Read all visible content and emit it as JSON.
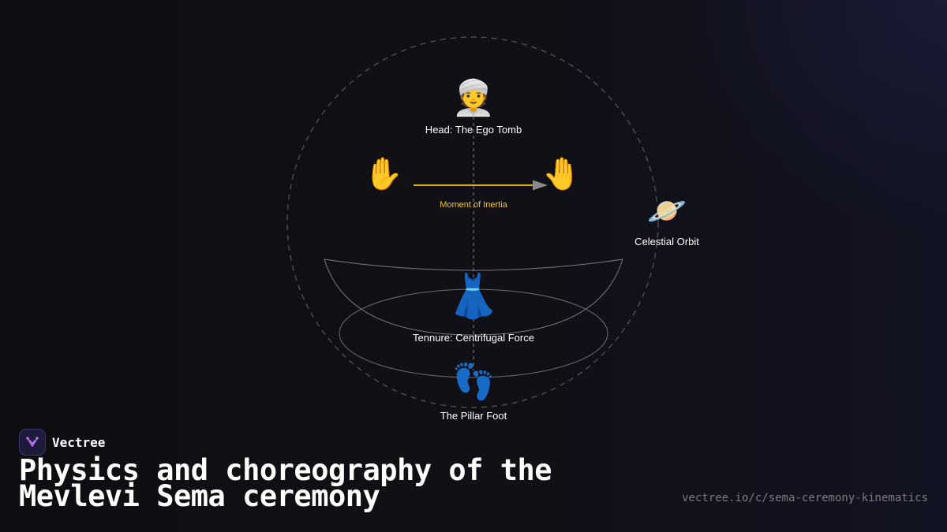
{
  "brand": {
    "name": "Vectree",
    "logo_icon": "vectree-branch-logo-icon",
    "accent": "#a45cf0"
  },
  "title": {
    "line1": "Physics and choreography of the",
    "line2": "Mevlevi Sema ceremony"
  },
  "url": "vectree.io/c/sema-ceremony-kinematics",
  "diagram": {
    "head": {
      "label": "Head: The Ego Tomb",
      "icon": "person-wearing-turban-icon",
      "glyph": "👳"
    },
    "left_hand": {
      "icon": "raised-hand-icon",
      "glyph": "✋"
    },
    "right_hand": {
      "icon": "raised-back-of-hand-icon",
      "glyph": "🤚"
    },
    "inertia": {
      "label": "Moment of Inertia",
      "color": "#f3c623"
    },
    "orbit": {
      "label": "Celestial Orbit",
      "icon": "ringed-planet-icon",
      "glyph": "🪐"
    },
    "tennure": {
      "label": "Tennure: Centrifugal Force",
      "icon": "dress-icon",
      "glyph": "👗"
    },
    "foot": {
      "label": "The Pillar Foot",
      "icon": "footprints-icon",
      "glyph": "👣"
    }
  }
}
